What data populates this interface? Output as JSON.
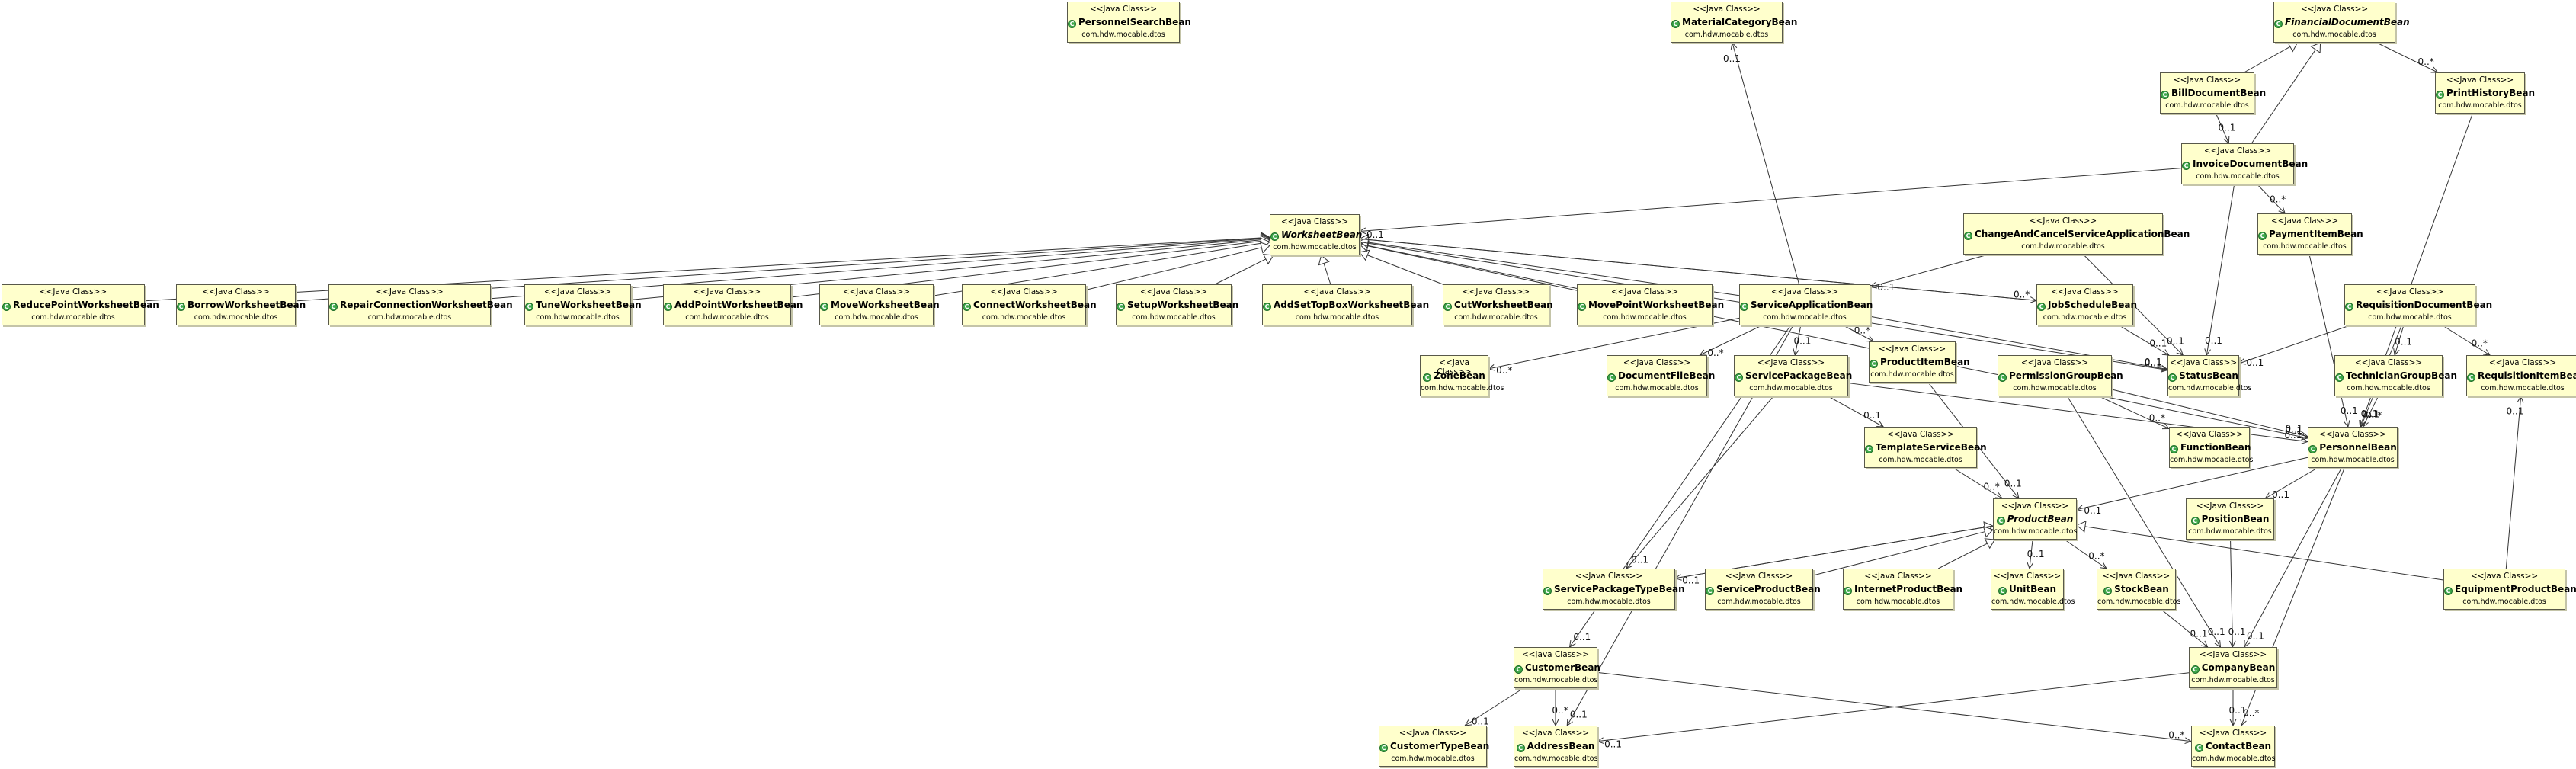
{
  "stereotype": "<<Java Class>>",
  "class_icon": "class-icon",
  "package": "com.hdw.mocable.dtos",
  "classes": [
    {
      "id": "PersonnelSearchBean",
      "name": "PersonnelSearchBean"
    },
    {
      "id": "MaterialCategoryBean",
      "name": "MaterialCategoryBean"
    },
    {
      "id": "FinancialDocumentBean",
      "name": "FinancialDocumentBean",
      "abstract": true
    },
    {
      "id": "BillDocumentBean",
      "name": "BillDocumentBean"
    },
    {
      "id": "PrintHistoryBean",
      "name": "PrintHistoryBean"
    },
    {
      "id": "InvoiceDocumentBean",
      "name": "InvoiceDocumentBean"
    },
    {
      "id": "PaymentItemBean",
      "name": "PaymentItemBean"
    },
    {
      "id": "WorksheetBean",
      "name": "WorksheetBean",
      "abstract": true
    },
    {
      "id": "ChangeAndCancelServiceApplicationBean",
      "name": "ChangeAndCancelServiceApplicationBean"
    },
    {
      "id": "ReducePointWorksheetBean",
      "name": "ReducePointWorksheetBean"
    },
    {
      "id": "BorrowWorksheetBean",
      "name": "BorrowWorksheetBean"
    },
    {
      "id": "RepairConnectionWorksheetBean",
      "name": "RepairConnectionWorksheetBean"
    },
    {
      "id": "TuneWorksheetBean",
      "name": "TuneWorksheetBean"
    },
    {
      "id": "AddPointWorksheetBean",
      "name": "AddPointWorksheetBean"
    },
    {
      "id": "MoveWorksheetBean",
      "name": "MoveWorksheetBean"
    },
    {
      "id": "ConnectWorksheetBean",
      "name": "ConnectWorksheetBean"
    },
    {
      "id": "SetupWorksheetBean",
      "name": "SetupWorksheetBean"
    },
    {
      "id": "AddSetTopBoxWorksheetBean",
      "name": "AddSetTopBoxWorksheetBean"
    },
    {
      "id": "CutWorksheetBean",
      "name": "CutWorksheetBean"
    },
    {
      "id": "MovePointWorksheetBean",
      "name": "MovePointWorksheetBean"
    },
    {
      "id": "ServiceApplicationBean",
      "name": "ServiceApplicationBean"
    },
    {
      "id": "JobScheduleBean",
      "name": "JobScheduleBean"
    },
    {
      "id": "RequisitionDocumentBean",
      "name": "RequisitionDocumentBean"
    },
    {
      "id": "ZoneBean",
      "name": "ZoneBean"
    },
    {
      "id": "DocumentFileBean",
      "name": "DocumentFileBean"
    },
    {
      "id": "ServicePackageBean",
      "name": "ServicePackageBean"
    },
    {
      "id": "ProductItemBean",
      "name": "ProductItemBean"
    },
    {
      "id": "PermissionGroupBean",
      "name": "PermissionGroupBean"
    },
    {
      "id": "StatusBean",
      "name": "StatusBean"
    },
    {
      "id": "TechnicianGroupBean",
      "name": "TechnicianGroupBean"
    },
    {
      "id": "RequisitionItemBean",
      "name": "RequisitionItemBean"
    },
    {
      "id": "TemplateServiceBean",
      "name": "TemplateServiceBean"
    },
    {
      "id": "FunctionBean",
      "name": "FunctionBean"
    },
    {
      "id": "PersonnelBean",
      "name": "PersonnelBean"
    },
    {
      "id": "ProductBean",
      "name": "ProductBean",
      "abstract": true
    },
    {
      "id": "PositionBean",
      "name": "PositionBean"
    },
    {
      "id": "ServicePackageTypeBean",
      "name": "ServicePackageTypeBean"
    },
    {
      "id": "ServiceProductBean",
      "name": "ServiceProductBean"
    },
    {
      "id": "InternetProductBean",
      "name": "InternetProductBean"
    },
    {
      "id": "UnitBean",
      "name": "UnitBean"
    },
    {
      "id": "StockBean",
      "name": "StockBean"
    },
    {
      "id": "EquipmentProductBean",
      "name": "EquipmentProductBean"
    },
    {
      "id": "CustomerBean",
      "name": "CustomerBean"
    },
    {
      "id": "CompanyBean",
      "name": "CompanyBean"
    },
    {
      "id": "CustomerTypeBean",
      "name": "CustomerTypeBean"
    },
    {
      "id": "AddressBean",
      "name": "AddressBean"
    },
    {
      "id": "ContactBean",
      "name": "ContactBean"
    }
  ],
  "generalizations": [
    {
      "from": "BillDocumentBean",
      "to": "FinancialDocumentBean"
    },
    {
      "from": "InvoiceDocumentBean",
      "to": "FinancialDocumentBean"
    },
    {
      "from": "ReducePointWorksheetBean",
      "to": "WorksheetBean"
    },
    {
      "from": "BorrowWorksheetBean",
      "to": "WorksheetBean"
    },
    {
      "from": "RepairConnectionWorksheetBean",
      "to": "WorksheetBean"
    },
    {
      "from": "TuneWorksheetBean",
      "to": "WorksheetBean"
    },
    {
      "from": "AddPointWorksheetBean",
      "to": "WorksheetBean"
    },
    {
      "from": "MoveWorksheetBean",
      "to": "WorksheetBean"
    },
    {
      "from": "ConnectWorksheetBean",
      "to": "WorksheetBean"
    },
    {
      "from": "SetupWorksheetBean",
      "to": "WorksheetBean"
    },
    {
      "from": "AddSetTopBoxWorksheetBean",
      "to": "WorksheetBean"
    },
    {
      "from": "CutWorksheetBean",
      "to": "WorksheetBean"
    },
    {
      "from": "MovePointWorksheetBean",
      "to": "WorksheetBean"
    },
    {
      "from": "JobScheduleBean",
      "to": "WorksheetBean"
    },
    {
      "from": "ServiceApplicationBean",
      "to": "WorksheetBean"
    },
    {
      "from": "ServicePackageTypeBean",
      "to": "ProductBean"
    },
    {
      "from": "ServiceProductBean",
      "to": "ProductBean"
    },
    {
      "from": "InternetProductBean",
      "to": "ProductBean"
    },
    {
      "from": "EquipmentProductBean",
      "to": "ProductBean"
    }
  ],
  "associations": [
    {
      "from": "BillDocumentBean",
      "to": "InvoiceDocumentBean",
      "label": "0..1"
    },
    {
      "from": "FinancialDocumentBean",
      "to": "PrintHistoryBean",
      "label": "0..*"
    },
    {
      "from": "InvoiceDocumentBean",
      "to": "PaymentItemBean",
      "label": "0..*"
    },
    {
      "from": "InvoiceDocumentBean",
      "to": "WorksheetBean",
      "label": "0..1"
    },
    {
      "from": "InvoiceDocumentBean",
      "to": "StatusBean",
      "label": "0..1"
    },
    {
      "from": "PrintHistoryBean",
      "to": "PersonnelBean",
      "label": "0..1"
    },
    {
      "from": "PaymentItemBean",
      "to": "PersonnelBean",
      "label": "0..1"
    },
    {
      "from": "ServiceApplicationBean",
      "to": "MaterialCategoryBean",
      "label": "0..1"
    },
    {
      "from": "ChangeAndCancelServiceApplicationBean",
      "to": "ServiceApplicationBean",
      "label": "0..1"
    },
    {
      "from": "ChangeAndCancelServiceApplicationBean",
      "to": "StatusBean",
      "label": "0..1"
    },
    {
      "from": "ServiceApplicationBean",
      "to": "ZoneBean",
      "label": "0..*"
    },
    {
      "from": "ServiceApplicationBean",
      "to": "DocumentFileBean",
      "label": "0..*"
    },
    {
      "from": "ServiceApplicationBean",
      "to": "ServicePackageBean",
      "label": "0..1"
    },
    {
      "from": "ServiceApplicationBean",
      "to": "ProductItemBean",
      "label": "0..*"
    },
    {
      "from": "ServiceApplicationBean",
      "to": "CustomerBean",
      "label": "0..1"
    },
    {
      "from": "ServiceApplicationBean",
      "to": "AddressBean",
      "label": "0..1"
    },
    {
      "from": "ServiceApplicationBean",
      "to": "StatusBean",
      "label": "0..1"
    },
    {
      "from": "WorksheetBean",
      "to": "JobScheduleBean",
      "label": "0..*"
    },
    {
      "from": "WorksheetBean",
      "to": "StatusBean",
      "label": "0..1"
    },
    {
      "from": "WorksheetBean",
      "to": "PersonnelBean",
      "label": "0..1"
    },
    {
      "from": "JobScheduleBean",
      "to": "StatusBean",
      "label": "0..1"
    },
    {
      "from": "RequisitionDocumentBean",
      "to": "RequisitionItemBean",
      "label": "0..*"
    },
    {
      "from": "RequisitionDocumentBean",
      "to": "TechnicianGroupBean",
      "label": "0..1"
    },
    {
      "from": "RequisitionDocumentBean",
      "to": "StatusBean",
      "label": "0..1"
    },
    {
      "from": "RequisitionDocumentBean",
      "to": "PersonnelBean",
      "label": "0..1"
    },
    {
      "from": "TechnicianGroupBean",
      "to": "PersonnelBean",
      "label": "0..*"
    },
    {
      "from": "ServicePackageBean",
      "to": "TemplateServiceBean",
      "label": "0..1"
    },
    {
      "from": "ServicePackageBean",
      "to": "ServicePackageTypeBean",
      "label": "0..1"
    },
    {
      "from": "ServicePackageBean",
      "to": "PersonnelBean",
      "label": "0..1"
    },
    {
      "from": "TemplateServiceBean",
      "to": "ProductBean",
      "label": "0..*"
    },
    {
      "from": "ProductItemBean",
      "to": "ProductBean",
      "label": "0..1"
    },
    {
      "from": "PermissionGroupBean",
      "to": "FunctionBean",
      "label": "0..*"
    },
    {
      "from": "PermissionGroupBean",
      "to": "PersonnelBean",
      "label": "0..1"
    },
    {
      "from": "PermissionGroupBean",
      "to": "CompanyBean",
      "label": "0..1"
    },
    {
      "from": "PersonnelBean",
      "to": "PositionBean",
      "label": "0..1"
    },
    {
      "from": "PersonnelBean",
      "to": "CompanyBean",
      "label": "0..1"
    },
    {
      "from": "PersonnelBean",
      "to": "ContactBean",
      "label": "0..*"
    },
    {
      "from": "PersonnelBean",
      "to": "ProductBean",
      "label": "0..1"
    },
    {
      "from": "PositionBean",
      "to": "CompanyBean",
      "label": "0..1"
    },
    {
      "from": "ProductBean",
      "to": "UnitBean",
      "label": "0..1"
    },
    {
      "from": "ProductBean",
      "to": "StockBean",
      "label": "0..*"
    },
    {
      "from": "ProductBean",
      "to": "ServicePackageTypeBean",
      "label": "0..1"
    },
    {
      "from": "StockBean",
      "to": "CompanyBean",
      "label": "0..1"
    },
    {
      "from": "EquipmentProductBean",
      "to": "RequisitionItemBean",
      "label": "0..1"
    },
    {
      "from": "CustomerBean",
      "to": "CustomerTypeBean",
      "label": "0..1"
    },
    {
      "from": "CustomerBean",
      "to": "AddressBean",
      "label": "0..*"
    },
    {
      "from": "CustomerBean",
      "to": "ContactBean",
      "label": "0..*"
    },
    {
      "from": "CompanyBean",
      "to": "AddressBean",
      "label": "0..1"
    },
    {
      "from": "CompanyBean",
      "to": "ContactBean",
      "label": "0..1"
    }
  ]
}
